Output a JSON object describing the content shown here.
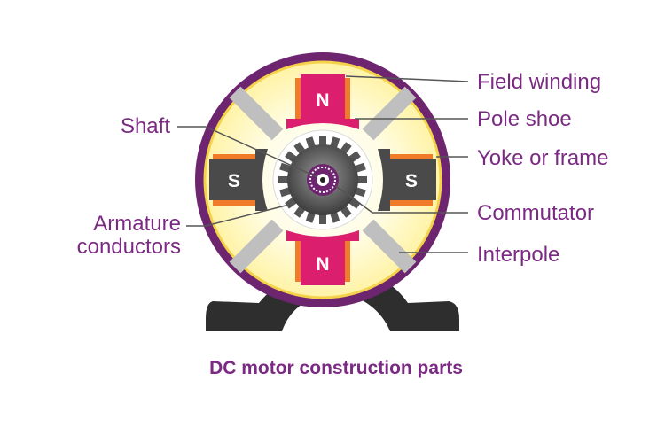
{
  "colors": {
    "label_text": "#7b2a83",
    "caption_text": "#7b2a83",
    "yoke": "#6e2570",
    "interior": "#fff7b8",
    "pole_magenta": "#dc1e6e",
    "pole_shoe_orange": "#f07c2a",
    "pole_letter": "#ffffff",
    "pole_letter_side": "#3a3a3a",
    "interpole": "#bfbfbf",
    "base": "#2e2e2e",
    "armature": "#555555",
    "leader": "#555555"
  },
  "poles": {
    "top": "N",
    "bottom": "N",
    "left": "S",
    "right": "S"
  },
  "labels": {
    "field_winding": "Field winding",
    "pole_shoe": "Pole shoe",
    "yoke_or_frame": "Yoke or frame",
    "commutator": "Commutator",
    "interpole": "Interpole",
    "shaft": "Shaft",
    "armature_line1": "Armature",
    "armature_line2": "conductors"
  },
  "caption": "DC motor construction parts"
}
